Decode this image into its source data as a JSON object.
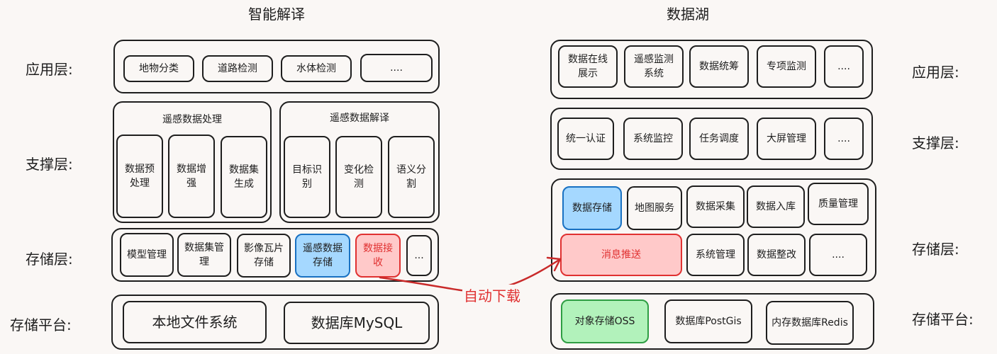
{
  "left": {
    "title": "智能解译",
    "labels": {
      "app": "应用层:",
      "support": "支撑层:",
      "storage": "存储层:",
      "platform": "存储平台:"
    },
    "app_items": [
      "地物分类",
      "道路检测",
      "水体检测",
      "...."
    ],
    "support_groups": [
      {
        "title": "遥感数据处理",
        "items": [
          "数据预\n处理",
          "数据增\n强",
          "数据集\n生成"
        ]
      },
      {
        "title": "遥感数据解译",
        "items": [
          "目标识\n别",
          "变化检\n测",
          "语义分\n割"
        ]
      }
    ],
    "storage_items": [
      "模型管理",
      "数据集管\n理",
      "影像瓦片\n存储",
      "遥感数据\n存储",
      "数据接\n收",
      "..."
    ],
    "platform_items": [
      "本地文件系统",
      "数据库MySQL"
    ]
  },
  "right": {
    "title": "数据湖",
    "labels": {
      "app": "应用层:",
      "support": "支撑层:",
      "storage": "存储层:",
      "platform": "存储平台:"
    },
    "app_items": [
      "数据在线\n展示",
      "遥感监测\n系统",
      "数据统筹",
      "专项监测",
      "...."
    ],
    "support_items": [
      "统一认证",
      "系统监控",
      "任务调度",
      "大屏管理",
      "...."
    ],
    "storage_row1": [
      "数据存储",
      "地图服务",
      "数据采集",
      "数据入库",
      "质量管理"
    ],
    "storage_row2": [
      "消息推送",
      "系统管理",
      "数据整改",
      "...."
    ],
    "platform_items": [
      "对象存储OSS",
      "数据库PostGis",
      "内存数据库Redis"
    ]
  },
  "arrow_label": "自动下载",
  "colors": {
    "blue_fill": "#a5d8ff",
    "blue_stroke": "#1971c2",
    "red_fill": "#ffc9c9",
    "red_stroke": "#e03131",
    "green_fill": "#b2f2bb",
    "green_stroke": "#2f9e44",
    "arrow": "#c92a2a"
  }
}
